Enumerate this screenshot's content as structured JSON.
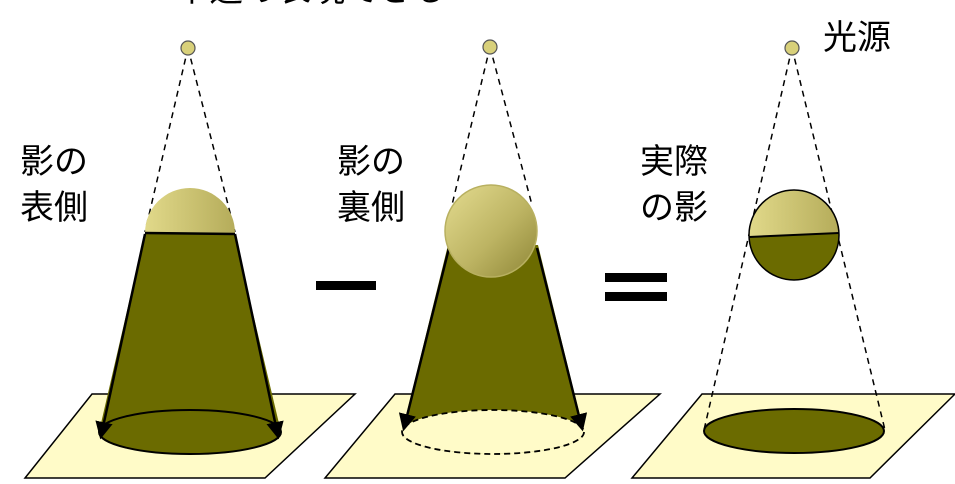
{
  "labels": {
    "top_partial": "半透の表現できる",
    "light_source": "光源",
    "shadow_front_line1": "影の",
    "shadow_front_line2": "表側",
    "shadow_back_line1": "影の",
    "shadow_back_line2": "裏側",
    "actual_shadow_line1": "実際",
    "actual_shadow_line2": "の影",
    "minus_sign": "ー",
    "equals_sign": "＝"
  },
  "colors": {
    "floor": "#FFFBC8",
    "shadow_volume": "#6B6B00",
    "sphere_light": "#D8D07A",
    "sphere_dark": "#9C9440",
    "outline": "#000000"
  }
}
